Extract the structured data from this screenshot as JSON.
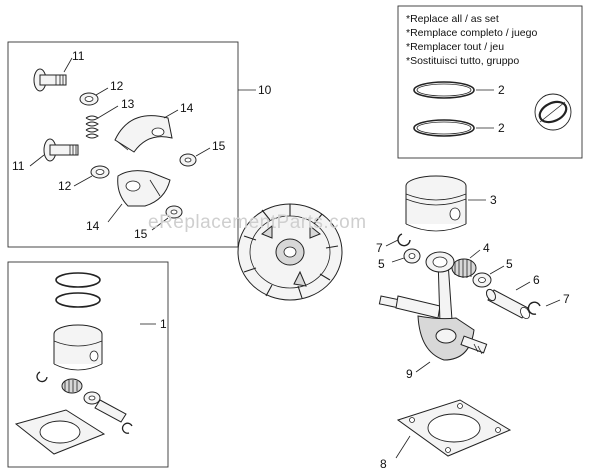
{
  "note": {
    "lines": [
      "*Replace all / as set",
      "*Remplace completo / juego",
      "*Remplacer tout / jeu",
      "*Sostituisci tutto, gruppo"
    ]
  },
  "watermark": "eReplacementParts.com",
  "callouts": {
    "c10": "10",
    "c11a": "11",
    "c12a": "12",
    "c13": "13",
    "c14a": "14",
    "c15a": "15",
    "c11b": "11",
    "c12b": "12",
    "c14b": "14",
    "c15b": "15",
    "c2a": "2",
    "c2b": "2",
    "c3": "3",
    "c4": "4",
    "c5a": "5",
    "c5b": "5",
    "c6": "6",
    "c7a": "7",
    "c7b": "7",
    "c9": "9",
    "c1": "1",
    "c8": "8"
  }
}
